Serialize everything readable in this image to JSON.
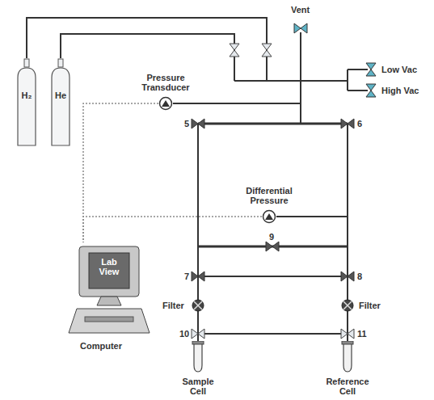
{
  "diagram": {
    "nodes": [
      {
        "text": [
          "H₂"
        ]
      },
      {
        "text": [
          "He"
        ]
      },
      {
        "text": [
          "Pressure Transducer"
        ]
      },
      {
        "text": [
          "Differential Pressure"
        ]
      },
      {
        "text": [
          "Lab View",
          "Computer"
        ]
      },
      {
        "text": [
          "Sample Cell"
        ]
      },
      {
        "text": [
          "Reference Cell"
        ]
      }
    ],
    "edges": [
      {
        "from": 2,
        "to": 4,
        "arrow": "none"
      },
      {
        "from": 3,
        "to": 4,
        "arrow": "none"
      }
    ],
    "labels": [
      "Vent",
      "Low Vac",
      "High Vac",
      "5",
      "6",
      "9",
      "7",
      "8",
      "Filter",
      "Filter",
      "10",
      "11"
    ]
  }
}
